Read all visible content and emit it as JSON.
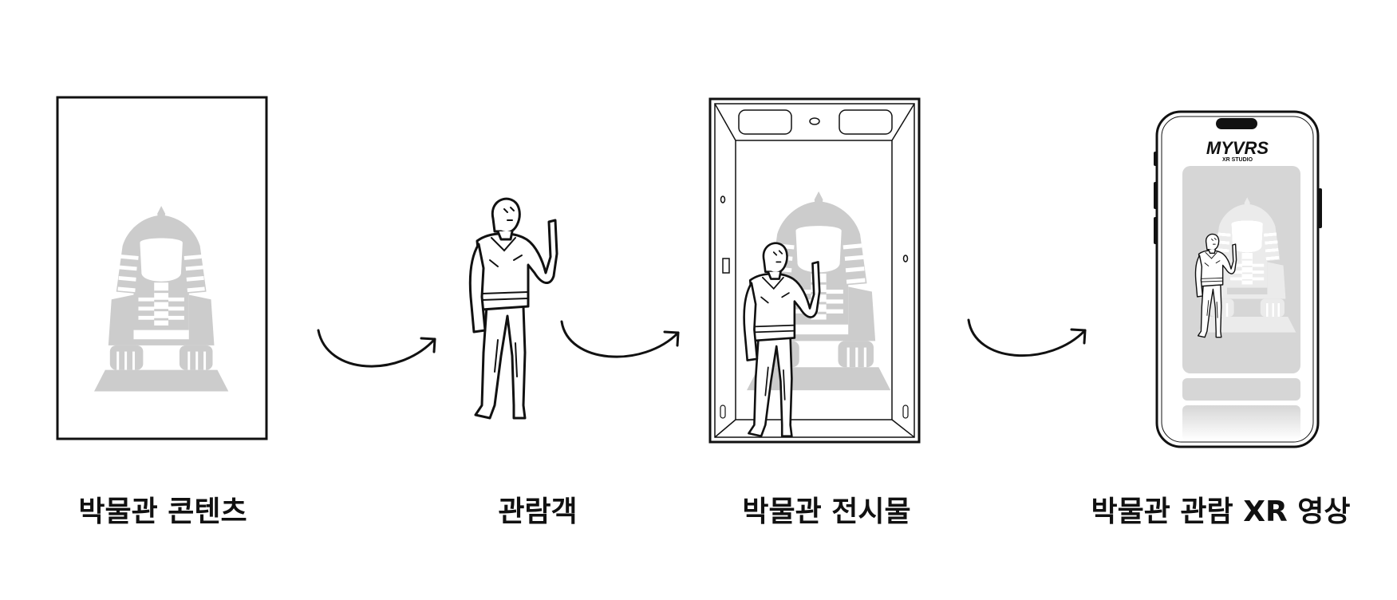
{
  "colors": {
    "stroke": "#111111",
    "silhouette": "#cccccc",
    "panel": "#d6d6d6",
    "background": "#ffffff"
  },
  "stages": [
    {
      "label": "박물관 콘텐츠",
      "icon": "museum-content-frame-icon"
    },
    {
      "label": "관람객",
      "icon": "visitor-person-icon"
    },
    {
      "label": "박물관 전시물",
      "icon": "exhibit-booth-icon"
    },
    {
      "label": "박물관 관람 XR 영상",
      "icon": "smartphone-xr-video-icon"
    }
  ],
  "phone": {
    "brand": "MYVRS",
    "sub_brand": "XR STUDIO"
  },
  "connectors": [
    {
      "from": 0,
      "to": 1,
      "icon": "curved-arrow-icon"
    },
    {
      "from": 1,
      "to": 2,
      "icon": "curved-arrow-icon"
    },
    {
      "from": 2,
      "to": 3,
      "icon": "curved-arrow-icon"
    }
  ]
}
